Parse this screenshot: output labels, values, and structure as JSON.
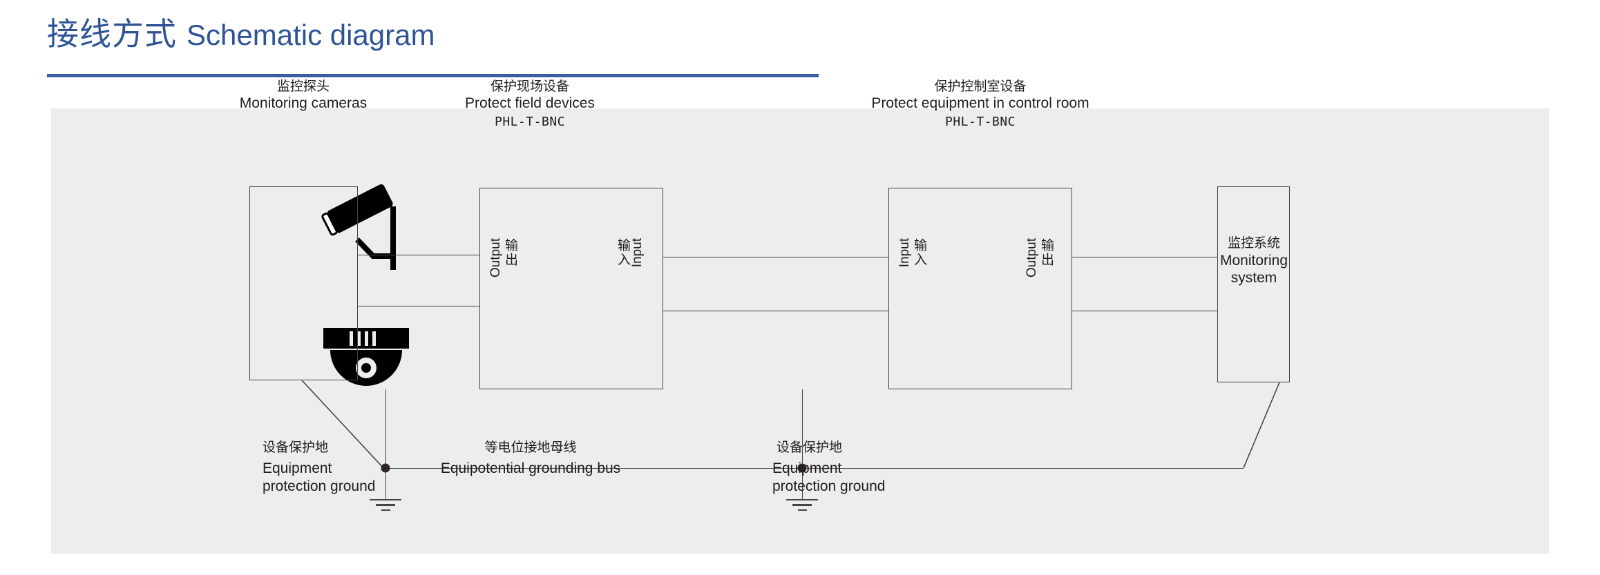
{
  "header": {
    "title_cn": "接线方式",
    "title_en": "Schematic diagram",
    "accent_color": "#2f5496",
    "rule_color": "#3a5ba6"
  },
  "panel": {
    "background": "#eceded",
    "line_color": "#4a4343",
    "text_color": "#221d1d"
  },
  "nodes": {
    "camera": {
      "title_cn": "监控探头",
      "title_en": "Monitoring cameras",
      "icons": [
        "bullet-camera-icon",
        "dome-camera-icon"
      ]
    },
    "field_device": {
      "title_cn": "保护现场设备",
      "title_en": "Protect field devices",
      "model": "PHL-T-BNC",
      "ports": [
        {
          "en": "Output",
          "cn": "输出"
        },
        {
          "en": "Input",
          "cn": "输入"
        }
      ]
    },
    "control_room_device": {
      "title_cn": "保护控制室设备",
      "title_en": "Protect  equipment in control room",
      "model": "PHL-T-BNC",
      "ports": [
        {
          "en": "Input",
          "cn": "输入"
        },
        {
          "en": "Output",
          "cn": "输出"
        }
      ]
    },
    "monitoring_system": {
      "title_cn": "监控系统",
      "title_en_line1": "Monitoring",
      "title_en_line2": "system"
    }
  },
  "grounding": {
    "left": {
      "cn": "设备保护地",
      "en_line1": "Equipment",
      "en_line2": "protection ground"
    },
    "bus": {
      "cn": "等电位接地母线",
      "en": "Equipotential grounding bus"
    },
    "right": {
      "cn": "设备保护地",
      "en_line1": "Equipment",
      "en_line2": "protection ground"
    }
  }
}
